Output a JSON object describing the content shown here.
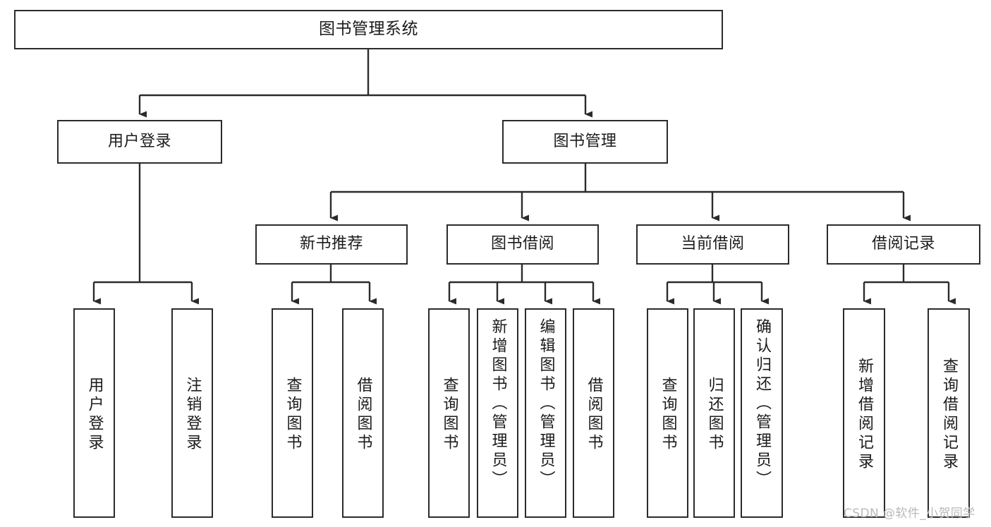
{
  "diagram": {
    "title": "图书管理系统",
    "type": "tree-hierarchy-chart",
    "root": {
      "label": "图书管理系统"
    },
    "level2": [
      {
        "label": "用户登录"
      },
      {
        "label": "图书管理"
      }
    ],
    "level3": [
      {
        "label": "新书推荐"
      },
      {
        "label": "图书借阅"
      },
      {
        "label": "当前借阅"
      },
      {
        "label": "借阅记录"
      }
    ],
    "leaves": {
      "user_login": [
        {
          "label": "用户登录"
        },
        {
          "label": "注销登录"
        }
      ],
      "new_book_recommend": [
        {
          "label": "查询图书"
        },
        {
          "label": "借阅图书"
        }
      ],
      "book_borrow": [
        {
          "label": "查询图书"
        },
        {
          "label": "新增图书（管理员）"
        },
        {
          "label": "编辑图书（管理员）"
        },
        {
          "label": "借阅图书"
        }
      ],
      "current_borrow": [
        {
          "label": "查询图书"
        },
        {
          "label": "归还图书"
        },
        {
          "label": "确认归还（管理员）"
        }
      ],
      "borrow_record": [
        {
          "label": "新增借阅记录"
        },
        {
          "label": "查询借阅记录"
        }
      ]
    }
  },
  "watermark": {
    "text": "CSDN @软件_小贺同学"
  },
  "colors": {
    "stroke": "#2b2b2b",
    "fill": "#ffffff",
    "text": "#1b1b1b",
    "watermark": "#b9b9b9"
  }
}
